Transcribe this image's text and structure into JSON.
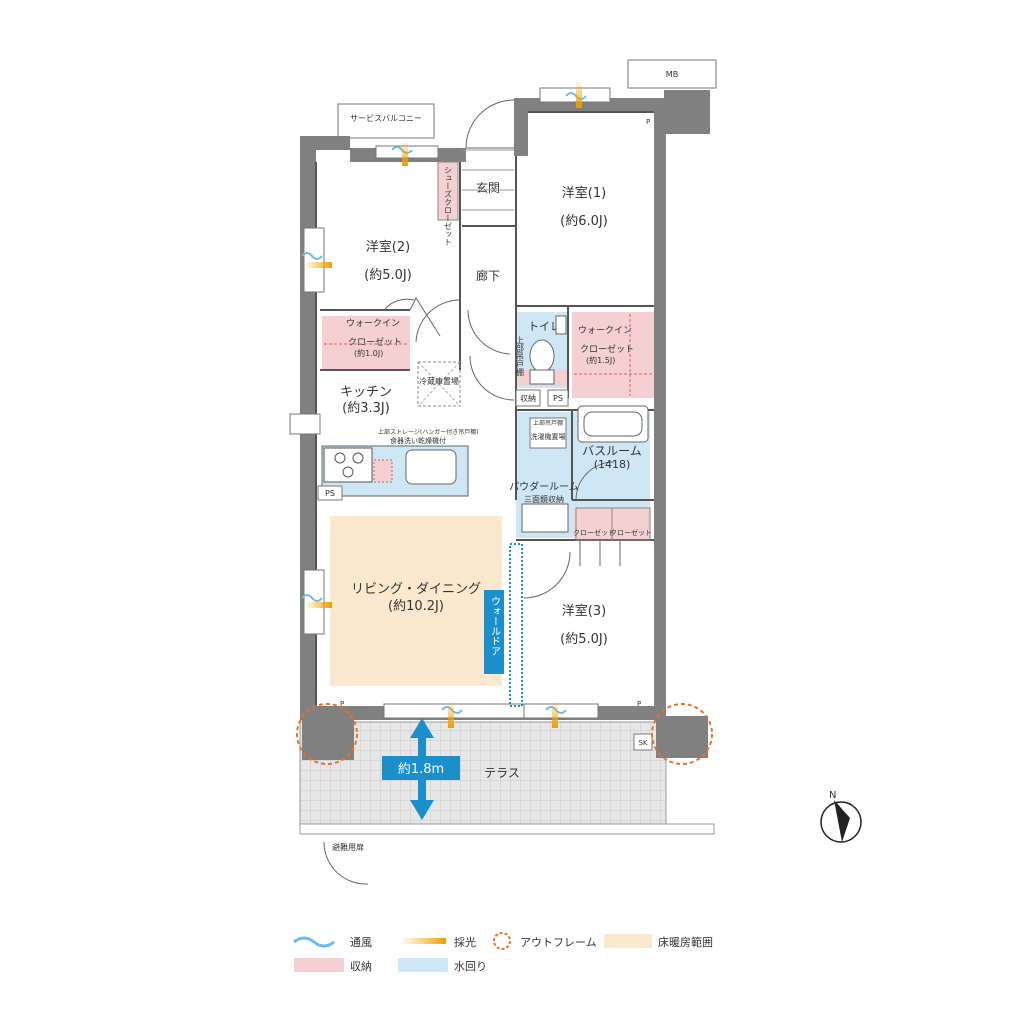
{
  "colors": {
    "wall": "#808080",
    "storage": "#f5d0d3",
    "water": "#cfe6f5",
    "heating": "#fbe9cf",
    "accent_blue": "#1a8fcc",
    "outframe": "#e96f27",
    "terrace": "#e7e7e7"
  },
  "labels": {
    "mb": "MB",
    "service_balcony": "サービスバルコニー",
    "shoe_closet": "シューズクローゼット",
    "entrance": "玄関",
    "room1": "洋室(1)",
    "room1_size": "(約6.0J)",
    "room2": "洋室(2)",
    "room2_size": "(約5.0J)",
    "room3": "洋室(3)",
    "room3_size": "(約5.0J)",
    "hallway": "廊下",
    "walkin_a": "ウォークイン",
    "closet_a": "クローゼット",
    "closet_a_size": "(約1.0J)",
    "walkin_b": "ウォークイン",
    "closet_b": "クローゼット",
    "closet_b_size": "(約1.5J)",
    "toilet": "トイレ",
    "upper_shelf": "上部吊戸棚",
    "storage_small": "収納",
    "ps": "PS",
    "fridge": "冷蔵庫置場",
    "kitchen": "キッチン",
    "kitchen_size": "(約3.3J)",
    "kitchen_note1": "上部ストレージ(ハンガー付き吊戸棚)",
    "kitchen_note2": "食器洗い乾燥機付",
    "upper_hanging": "上部吊戸棚",
    "washer": "洗濯機置場",
    "bathroom": "バスルーム",
    "bathroom_size": "(1418)",
    "powder_room": "パウダールーム",
    "mirror_storage": "三面鏡収納",
    "closet_c": "クローゼット",
    "closet_d": "クローゼット",
    "living": "リビング・ダイニング",
    "living_size": "(約10.2J)",
    "wall_door": "ウォールドア",
    "terrace": "テラス",
    "depth": "約1.8m",
    "sk": "SK",
    "p": "P",
    "escape_door": "避難用扉",
    "north": "N"
  },
  "legend": [
    {
      "icon": "ventilation-icon",
      "label": "通風"
    },
    {
      "icon": "daylight-icon",
      "label": "採光"
    },
    {
      "icon": "outframe-icon",
      "label": "アウトフレーム"
    },
    {
      "icon": "floor-heating-swatch",
      "label": "床暖房範囲"
    },
    {
      "icon": "storage-swatch",
      "label": "収納"
    },
    {
      "icon": "water-swatch",
      "label": "水回り"
    }
  ]
}
